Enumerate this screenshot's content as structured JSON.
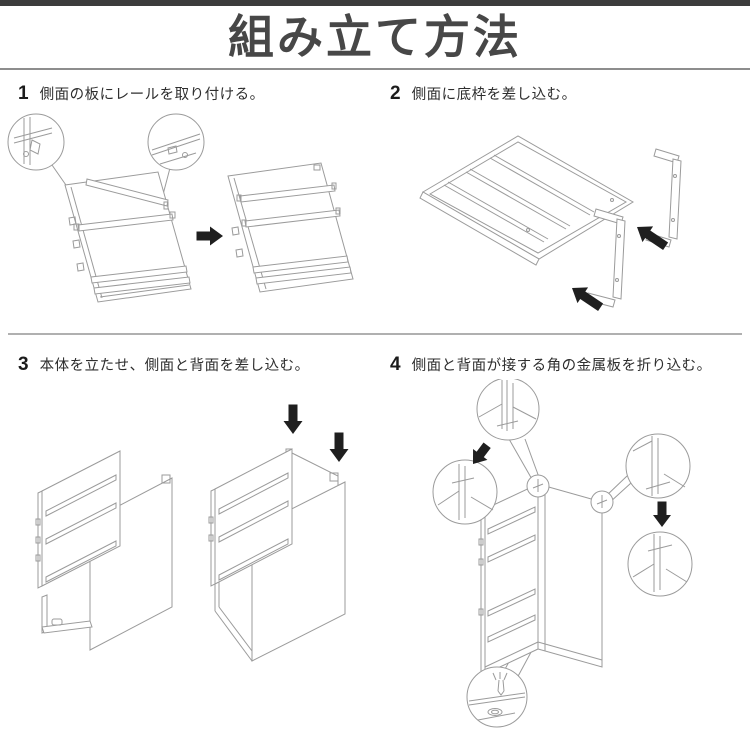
{
  "page": {
    "title": "組み立て方法"
  },
  "steps": [
    {
      "number": "1",
      "label": "側面の板にレールを取り付ける。"
    },
    {
      "number": "2",
      "label": "側面に底枠を差し込む。"
    },
    {
      "number": "3",
      "label": "本体を立たせ、側面と背面を差し込む。"
    },
    {
      "number": "4",
      "label": "側面と背面が接する角の金属板を折り込む。"
    }
  ],
  "colors": {
    "top_bar": "#3c3c3c",
    "title_text": "#474747",
    "header_rule": "#8d8d8d",
    "row_rule": "#b0b0b0",
    "line_art": "#9b9b9b",
    "arrow": "#1f1f1f",
    "background": "#ffffff"
  },
  "icons": {
    "step1_arrow": "arrow-right-icon",
    "step2_arrows": "arrow-up-left-icon",
    "step3_arrows": "arrow-down-icon",
    "step4_arrows": "arrow-down-icon"
  }
}
